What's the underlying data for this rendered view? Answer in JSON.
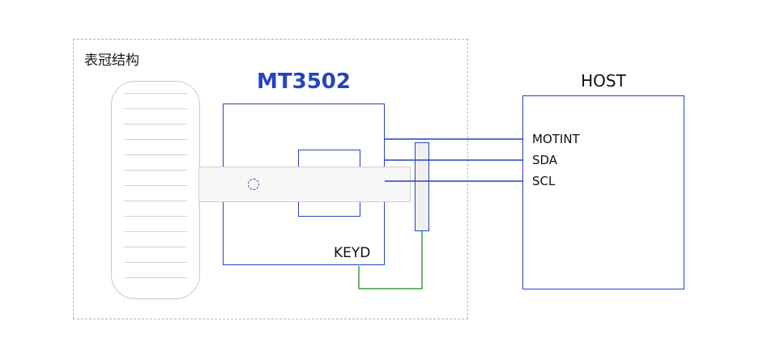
{
  "diagram": {
    "group_label": "表冠结构",
    "chip": {
      "title": "MT3502",
      "pin_label": "KEYD"
    },
    "host": {
      "title": "HOST",
      "pins": [
        {
          "label": "MOTINT"
        },
        {
          "label": "SDA"
        },
        {
          "label": "SCL"
        }
      ]
    },
    "colors": {
      "accent_blue": "#2544c0",
      "signal_green": "#3f9e43"
    }
  }
}
